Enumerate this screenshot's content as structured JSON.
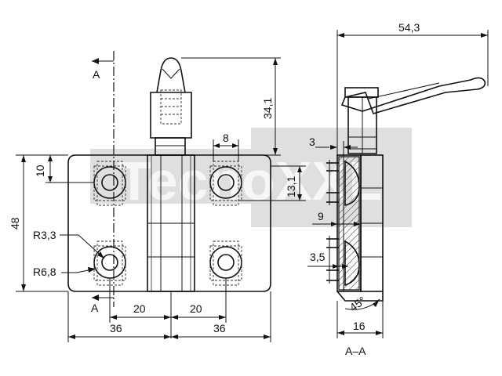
{
  "dimensions": {
    "total_height": "48",
    "hole_top_offset": "10",
    "bore_radius": "R3,3",
    "counterbore_radius": "R6,8",
    "left_pitch": "20",
    "right_pitch": "20",
    "left_width": "36",
    "right_width": "36",
    "slot_width": "8",
    "lever_height": "34,1",
    "hole_vertical": "13,1",
    "overall_width": "54,3",
    "wall_thickness": "3",
    "leaf_thickness": "9",
    "step": "3,5",
    "chamfer_angle": "45°",
    "body_depth": "16"
  },
  "section_labels": {
    "top_marker": "A",
    "bottom_marker": "A",
    "section_caption": "A–A"
  },
  "watermark": {
    "text": "TecnoXXL"
  }
}
